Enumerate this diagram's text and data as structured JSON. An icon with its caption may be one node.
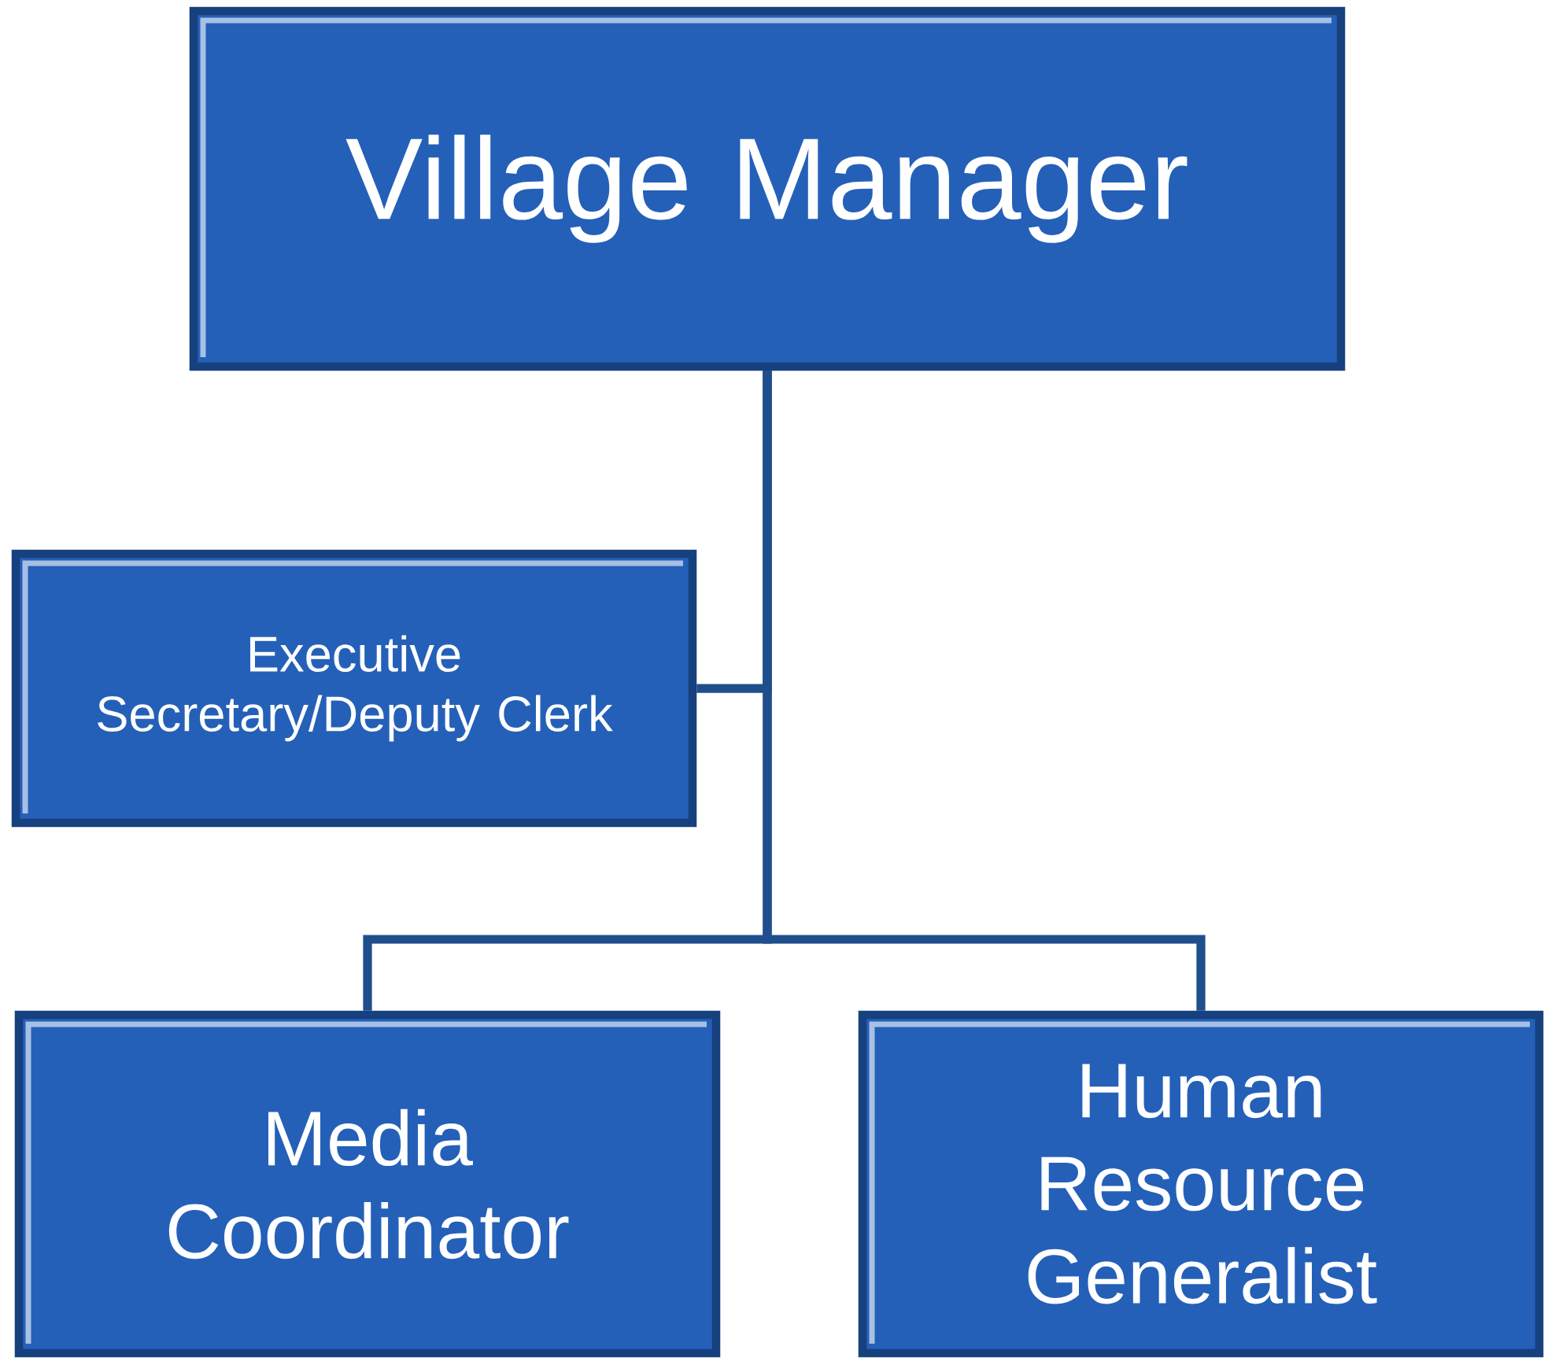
{
  "diagram": {
    "nodes": [
      {
        "text": [
          "Village Manager"
        ]
      },
      {
        "text": [
          "Executive Secretary/Deputy Clerk"
        ]
      },
      {
        "text": [
          "Media Coordinator"
        ]
      },
      {
        "text": [
          "Human Resource Generalist"
        ]
      }
    ],
    "edges": [
      {
        "from": 0,
        "to": 1,
        "arrow": "none"
      },
      {
        "from": 0,
        "to": 2,
        "arrow": "none"
      },
      {
        "from": 0,
        "to": 3,
        "arrow": "none"
      }
    ]
  }
}
